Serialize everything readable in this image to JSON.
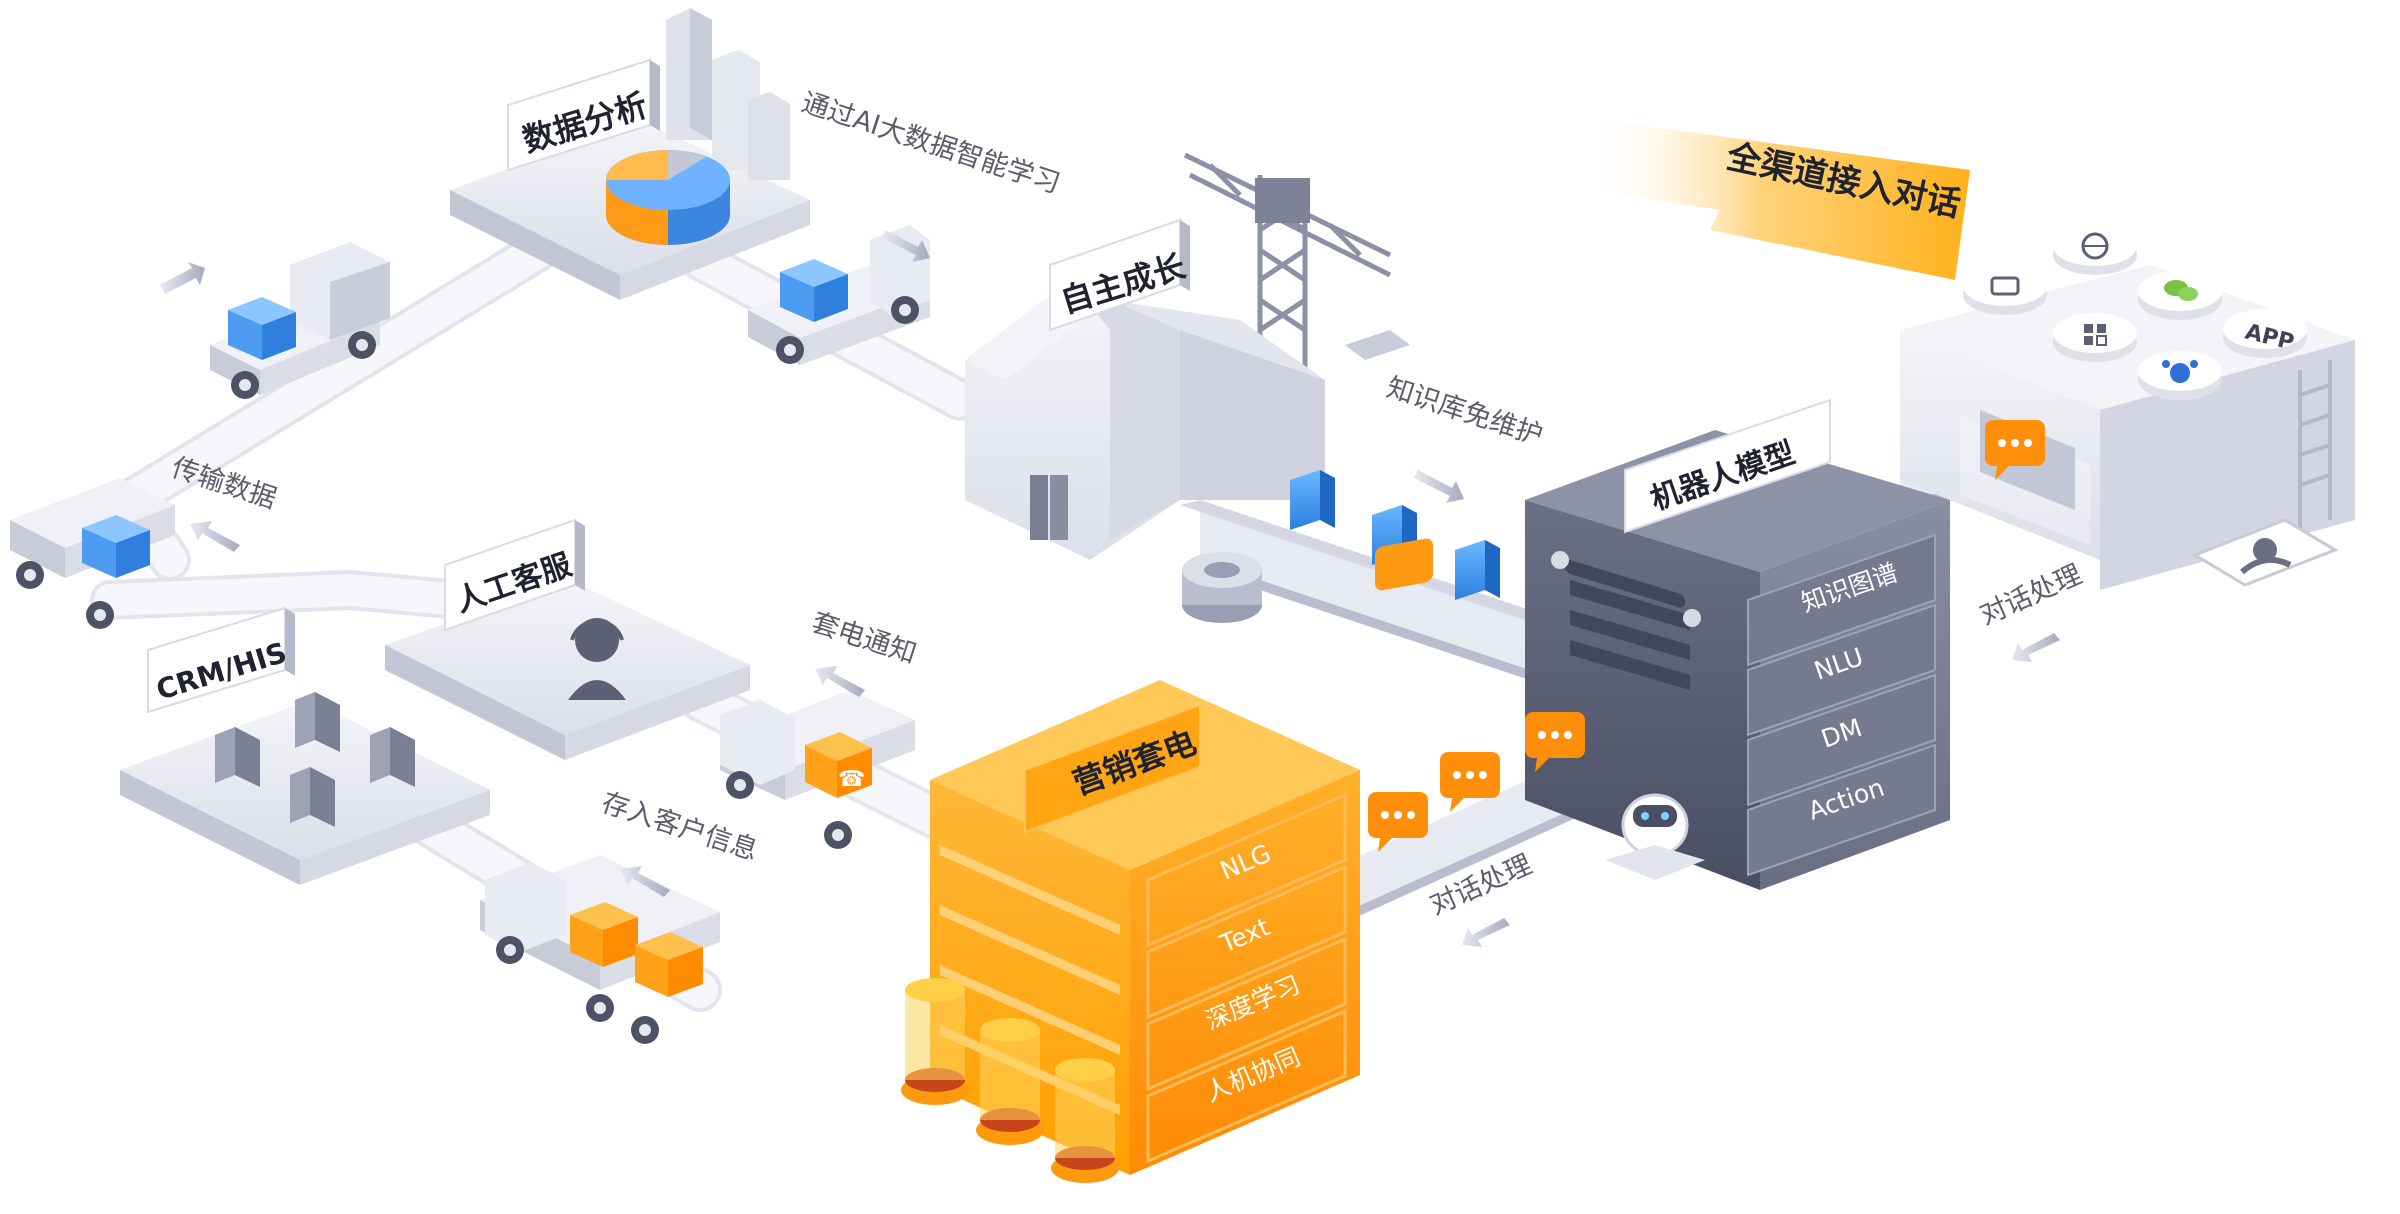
{
  "stations": {
    "data_analysis": "数据分析",
    "self_growth": "自主成长",
    "robot_model": "机器人模型",
    "marketing": "营销套电",
    "human_service": "人工客服",
    "crm": "CRM/HIS"
  },
  "banner": {
    "omni_channel": "全渠道接入对话"
  },
  "captions": {
    "ai_learning": "通过AI大数据智能学习",
    "kb_maintenance": "知识库免维护",
    "transfer_data": "传输数据",
    "lead_notify": "套电通知",
    "save_customer": "存入客户信息",
    "dialog_center": "对话处理",
    "dialog_right": "对话处理"
  },
  "robot_layers": [
    "知识图谱",
    "NLU",
    "DM",
    "Action"
  ],
  "marketing_layers": [
    "NLG",
    "Text",
    "深度学习",
    "人机协同"
  ],
  "channel_icons": [
    "wallet-icon",
    "globe-icon",
    "wechat-icon",
    "qrcode-icon",
    "baidu-paw-icon"
  ],
  "channel_app_label": "APP",
  "colors": {
    "accent_orange": "#ff9f1c",
    "accent_blue": "#3a8ee6",
    "robot_gray": "#5b5f74",
    "platform_light": "#eceef5"
  }
}
